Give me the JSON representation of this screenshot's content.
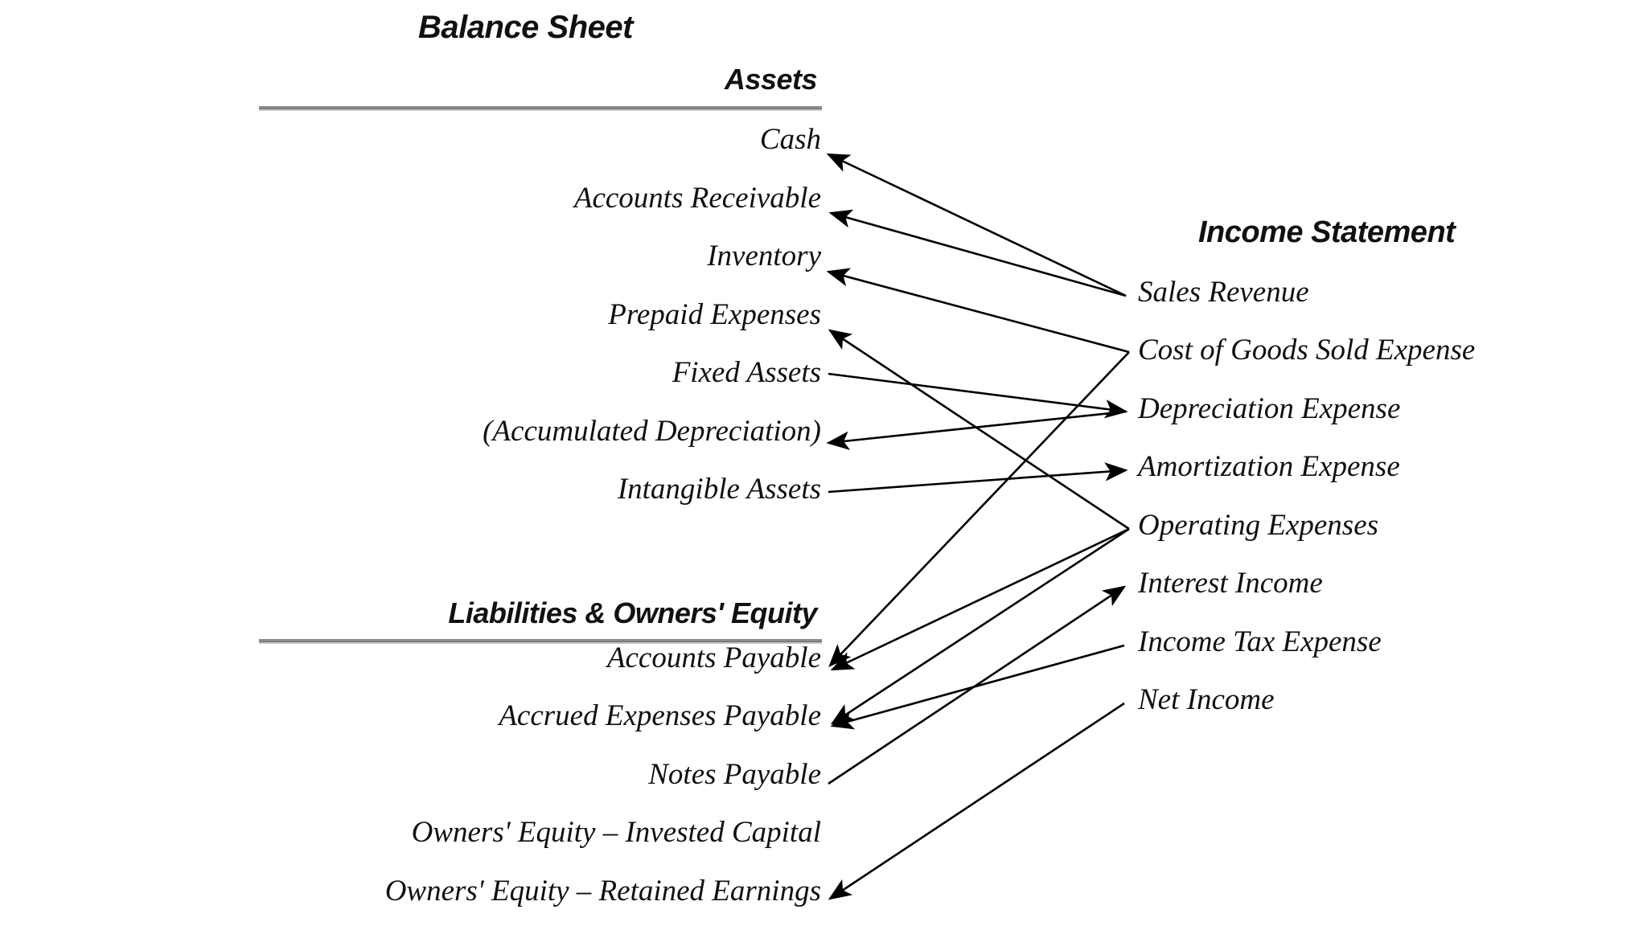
{
  "diagram": {
    "title_left": "Balance Sheet",
    "title_right": "Income Statement"
  },
  "balance_sheet": {
    "heading": "Balance Sheet",
    "sections": [
      {
        "heading": "Assets",
        "items": [
          {
            "label": "Cash"
          },
          {
            "label": "Accounts Receivable"
          },
          {
            "label": "Inventory"
          },
          {
            "label": "Prepaid Expenses"
          },
          {
            "label": "Fixed Assets"
          },
          {
            "label": "(Accumulated Depreciation)"
          },
          {
            "label": "Intangible Assets"
          }
        ]
      },
      {
        "heading": "Liabilities & Owners' Equity",
        "items": [
          {
            "label": "Accounts Payable"
          },
          {
            "label": "Accrued Expenses Payable"
          },
          {
            "label": "Notes Payable"
          },
          {
            "label": "Owners' Equity – Invested Capital"
          },
          {
            "label": "Owners' Equity – Retained Earnings"
          }
        ]
      }
    ]
  },
  "income_statement": {
    "heading": "Income Statement",
    "items": [
      {
        "label": "Sales Revenue"
      },
      {
        "label": "Cost of Goods Sold Expense"
      },
      {
        "label": "Depreciation Expense"
      },
      {
        "label": "Amortization Expense"
      },
      {
        "label": "Operating Expenses"
      },
      {
        "label": "Interest Income"
      },
      {
        "label": "Income Tax Expense"
      },
      {
        "label": "Net Income"
      }
    ]
  },
  "connections": [
    {
      "from": "Sales Revenue",
      "to": "Cash",
      "direction": "right-to-left"
    },
    {
      "from": "Sales Revenue",
      "to": "Accounts Receivable",
      "direction": "right-to-left"
    },
    {
      "from": "Cost of Goods Sold Expense",
      "to": "Inventory",
      "direction": "right-to-left"
    },
    {
      "from": "Operating Expenses",
      "to": "Prepaid Expenses",
      "direction": "right-to-left"
    },
    {
      "from": "Fixed Assets",
      "to": "Depreciation Expense",
      "direction": "left-to-right"
    },
    {
      "from": "Depreciation Expense",
      "to": "(Accumulated Depreciation)",
      "direction": "right-to-left"
    },
    {
      "from": "Intangible Assets",
      "to": "Amortization Expense",
      "direction": "left-to-right"
    },
    {
      "from": "Cost of Goods Sold Expense",
      "to": "Accounts Payable",
      "direction": "right-to-left"
    },
    {
      "from": "Operating Expenses",
      "to": "Accounts Payable",
      "direction": "right-to-left"
    },
    {
      "from": "Operating Expenses",
      "to": "Accrued Expenses Payable",
      "direction": "right-to-left"
    },
    {
      "from": "Notes Payable",
      "to": "Interest Income",
      "direction": "left-to-right"
    },
    {
      "from": "Income Tax Expense",
      "to": "Accrued Expenses Payable",
      "direction": "right-to-left"
    },
    {
      "from": "Net Income",
      "to": "Owners' Equity – Retained Earnings",
      "direction": "right-to-left"
    }
  ],
  "colors": {
    "text": "#111111",
    "rule": "#6e6e6e",
    "arrow": "#000000",
    "background": "#ffffff"
  }
}
